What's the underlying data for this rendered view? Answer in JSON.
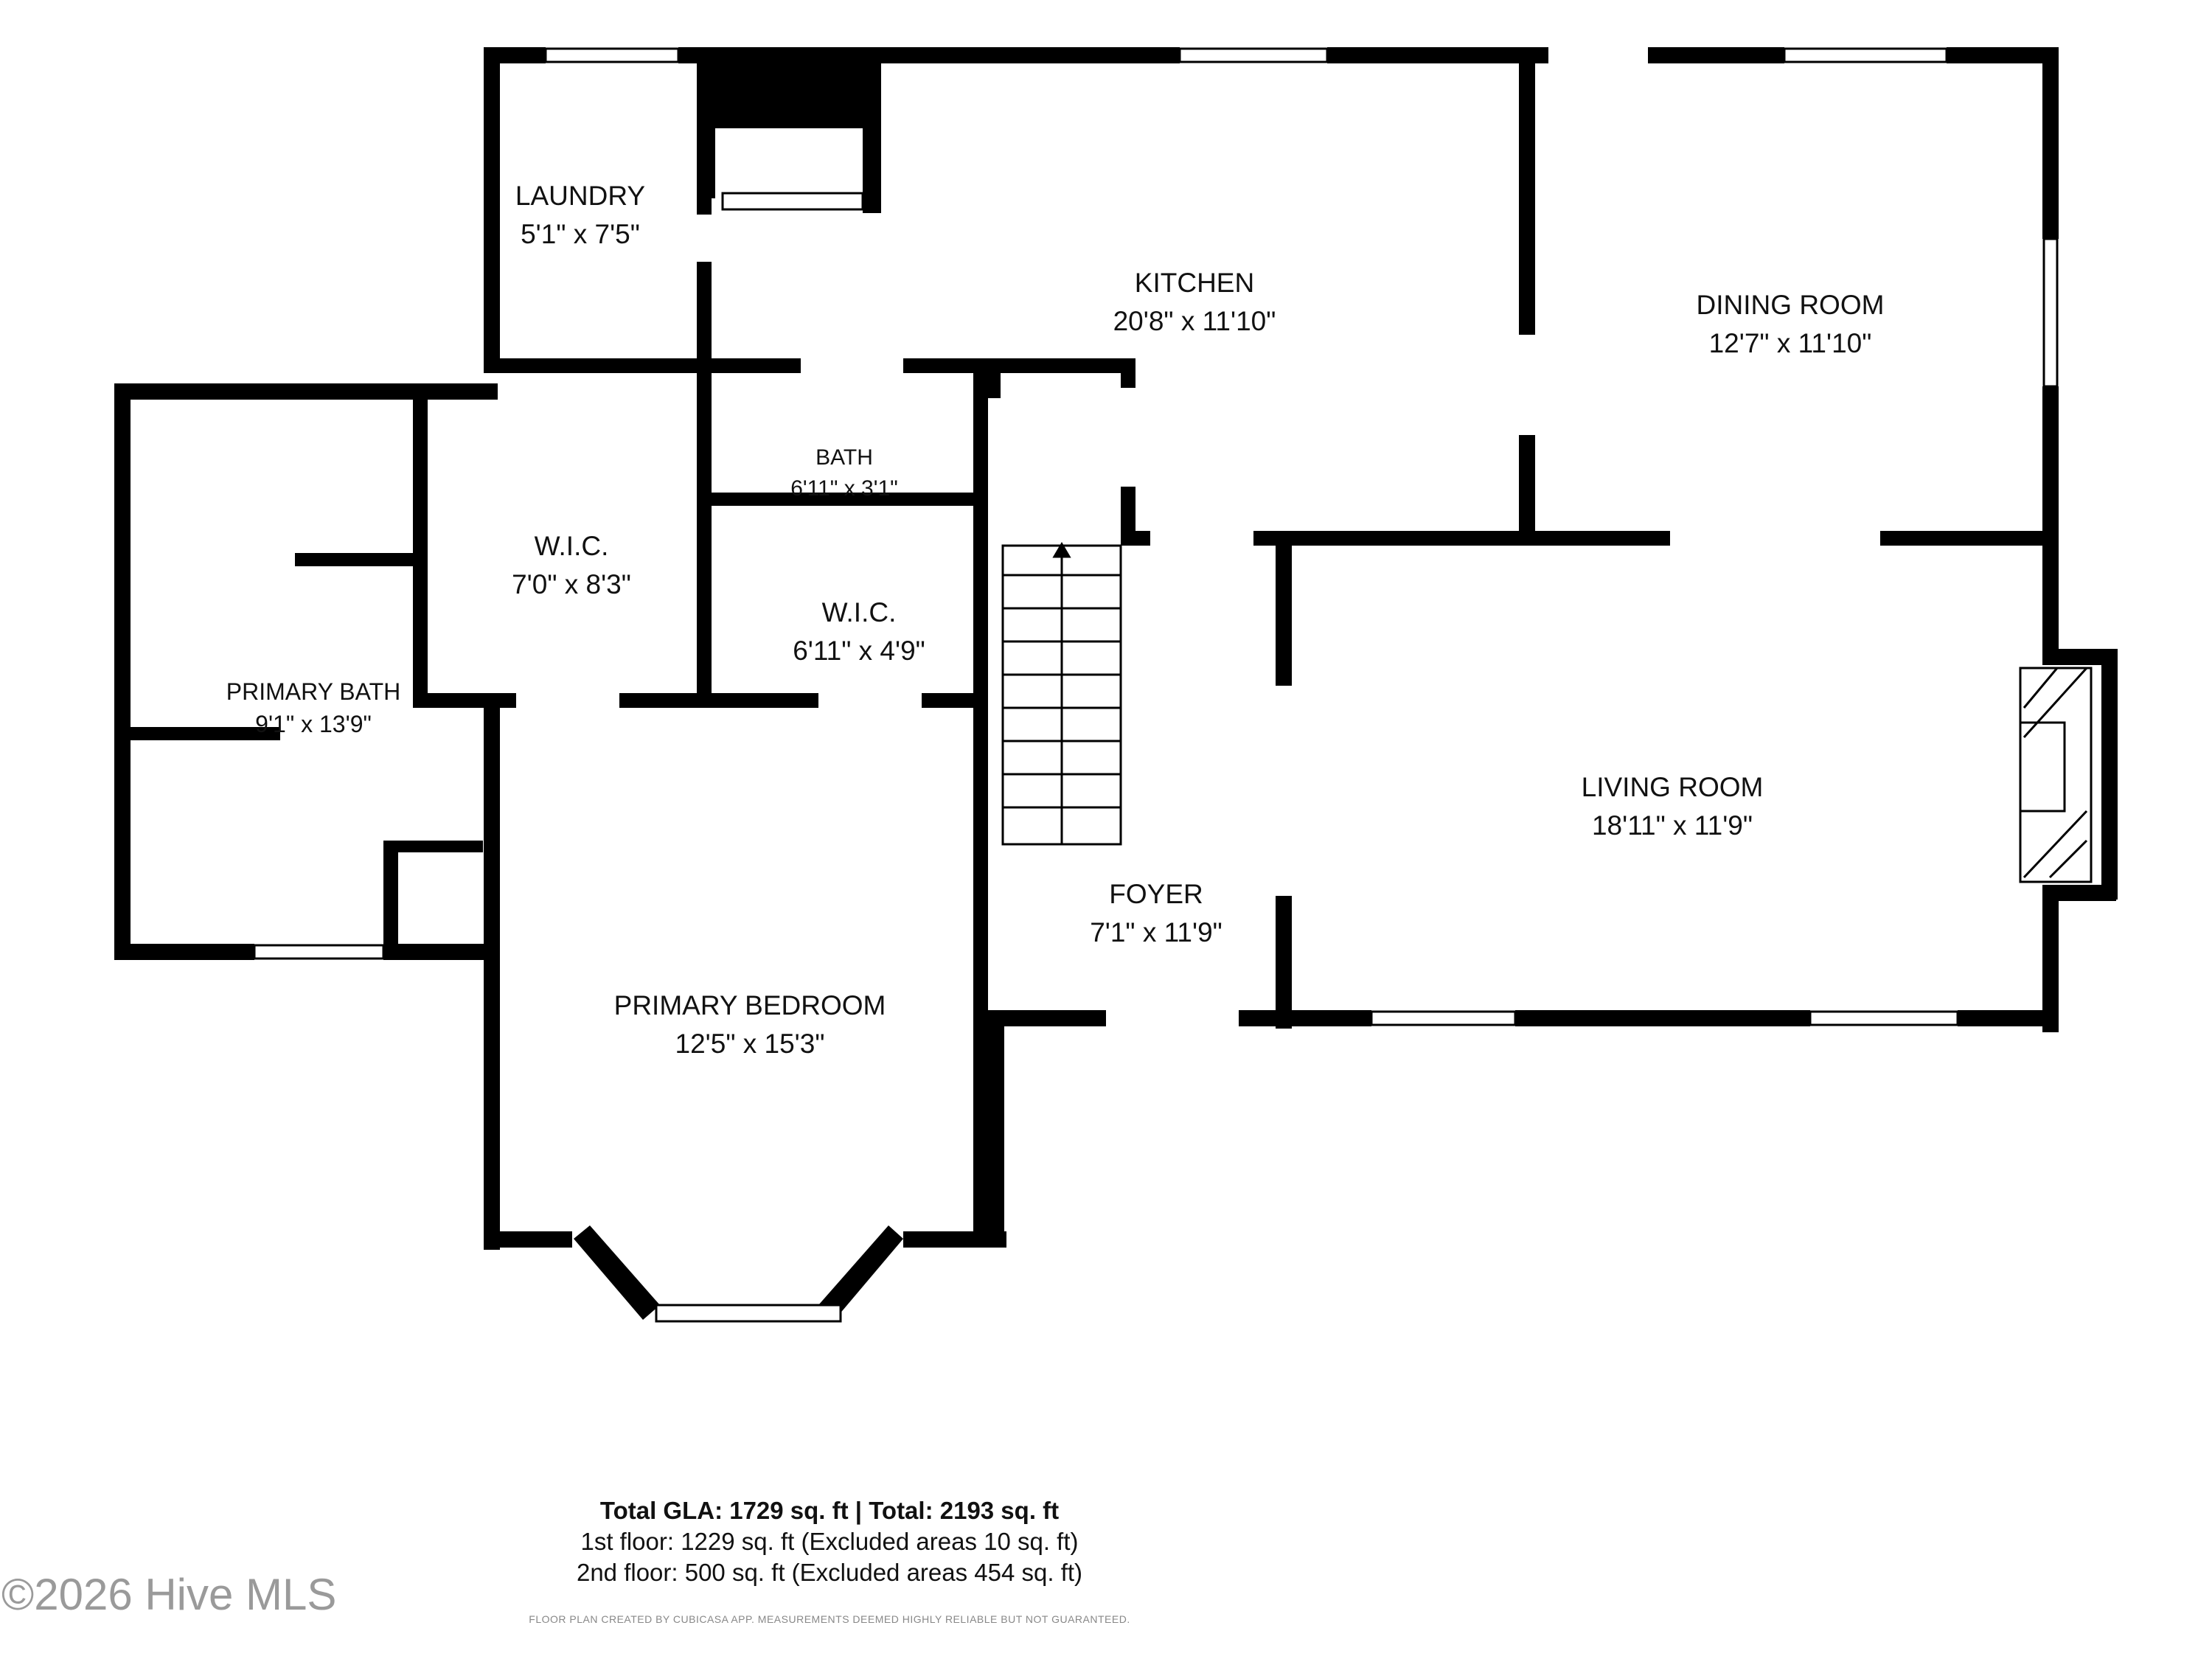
{
  "rooms": [
    {
      "name": "LAUNDRY",
      "dims": "5'1\" x 7'5\""
    },
    {
      "name": "KITCHEN",
      "dims": "20'8\" x 11'10\""
    },
    {
      "name": "DINING ROOM",
      "dims": "12'7\" x 11'10\""
    },
    {
      "name": "BATH",
      "dims": "6'11\" x 3'1\""
    },
    {
      "name": "W.I.C.",
      "dims": "7'0\" x 8'3\""
    },
    {
      "name": "W.I.C.",
      "dims": "6'11\" x 4'9\""
    },
    {
      "name": "PRIMARY BATH",
      "dims": "9'1\" x 13'9\""
    },
    {
      "name": "LIVING ROOM",
      "dims": "18'11\" x 11'9\""
    },
    {
      "name": "FOYER",
      "dims": "7'1\" x 11'9\""
    },
    {
      "name": "PRIMARY BEDROOM",
      "dims": "12'5\" x 15'3\""
    }
  ],
  "footer": {
    "total": "Total GLA: 1729 sq. ft | Total: 2193 sq. ft",
    "first_floor": "1st floor: 1229 sq. ft (Excluded areas 10 sq. ft)",
    "second_floor": "2nd floor: 500 sq. ft (Excluded areas 454 sq. ft)",
    "disclaimer": "FLOOR PLAN CREATED BY CUBICASA APP. MEASUREMENTS DEEMED HIGHLY RELIABLE BUT NOT GUARANTEED."
  },
  "watermark": "©2026 Hive MLS",
  "colors": {
    "wall": "#000000",
    "background": "#ffffff",
    "text": "#111111"
  }
}
